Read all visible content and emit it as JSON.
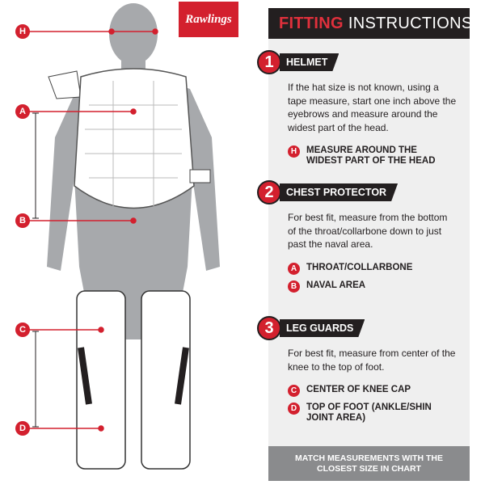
{
  "logo": "Rawlings",
  "markers": {
    "h": "H",
    "a": "A",
    "b": "B",
    "c": "C",
    "d": "D"
  },
  "header": {
    "accent": "FITTING",
    "rest": "INSTRUCTIONS"
  },
  "sections": [
    {
      "num": "1",
      "title": "HELMET",
      "desc": "If the hat size is not known, using a tape measure, start one inch above the eyebrows and measure around the widest part of the head.",
      "items": [
        {
          "letter": "H",
          "label": "MEASURE AROUND THE WIDEST PART OF THE HEAD"
        }
      ]
    },
    {
      "num": "2",
      "title": "CHEST PROTECTOR",
      "desc": "For best fit, measure from the bottom of the throat/collarbone down to just past the naval area.",
      "items": [
        {
          "letter": "A",
          "label": "THROAT/COLLARBONE"
        },
        {
          "letter": "B",
          "label": "NAVAL AREA"
        }
      ]
    },
    {
      "num": "3",
      "title": "LEG GUARDS",
      "desc": "For best fit, measure from center of the knee to the top of foot.",
      "items": [
        {
          "letter": "C",
          "label": "CENTER OF KNEE CAP"
        },
        {
          "letter": "D",
          "label": "TOP OF FOOT (ANKLE/SHIN JOINT AREA)"
        }
      ]
    }
  ],
  "footer": "MATCH MEASUREMENTS WITH THE CLOSEST SIZE IN CHART",
  "colors": {
    "accent": "#d3202e",
    "dark": "#231f20",
    "panel": "#efefef",
    "footer": "#8a8b8d"
  }
}
